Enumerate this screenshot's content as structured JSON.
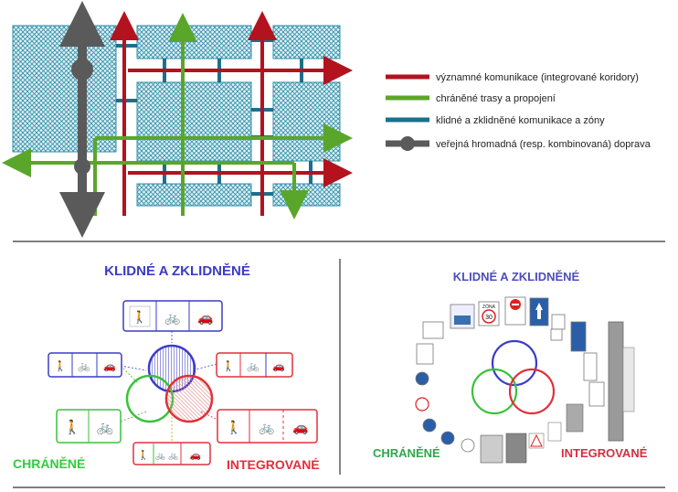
{
  "colors": {
    "red": "#b3121f",
    "green": "#5aa62a",
    "teal": "#1d6f8c",
    "gray": "#5a5a5a",
    "hatch": "#2f8fa8",
    "blue_label": "#3b3bc7",
    "green_label": "#2fcf3a",
    "red_label": "#e0303a"
  },
  "legend": {
    "items": [
      {
        "label": "významné komunikace (integrované koridory)",
        "color": "#b3121f",
        "symbol": "line"
      },
      {
        "label": "chráněné trasy a propojení",
        "color": "#5aa62a",
        "symbol": "line"
      },
      {
        "label": "klidné a zklidněné komunikace a zóny",
        "color": "#1d6f8c",
        "symbol": "line"
      },
      {
        "label": "veřejná hromadná (resp. kombinovaná) doprava",
        "color": "#5a5a5a",
        "symbol": "line-dot"
      }
    ]
  },
  "left_panel": {
    "title": "KLIDNÉ A ZKLIDNĚNÉ",
    "label_green": "CHRÁNĚNÉ",
    "label_red": "INTEGROVANÉ"
  },
  "right_panel": {
    "title": "KLIDNÉ A ZKLIDNĚNÉ",
    "label_green": "CHRÁNĚNÉ",
    "label_red": "INTEGROVANÉ",
    "sign_zona": "ZÓNA",
    "sign_30": "30"
  },
  "icons": [
    "pedestrian-icon",
    "bicycle-icon",
    "car-icon",
    "traffic-sign-icon"
  ]
}
